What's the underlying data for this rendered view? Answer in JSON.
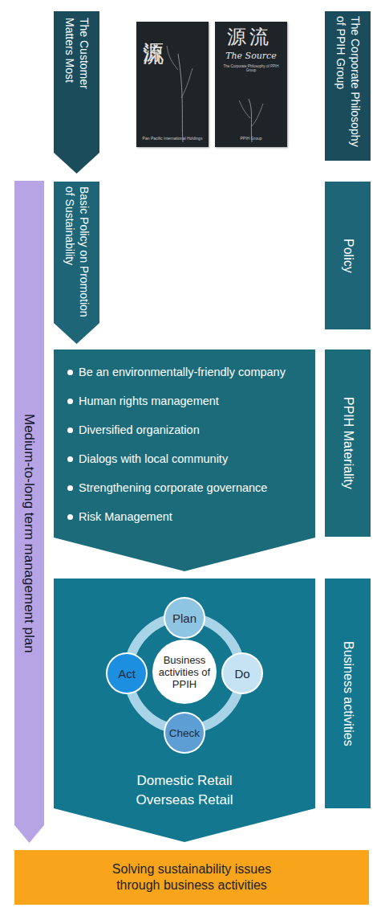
{
  "diagram": {
    "nodes": [
      {
        "text": [
          "The Customer Matters Most"
        ]
      },
      {
        "text": [
          "The Corporate Philosophy of PPIH Group"
        ]
      },
      {
        "text": [
          "Medium-to-long term management plan"
        ]
      },
      {
        "text": [
          "Basic Policy on Promotion of Sustainability"
        ]
      },
      {
        "text": [
          "Policy"
        ]
      },
      {
        "text": [
          "Be an environmentally-friendly company",
          "Human rights management",
          "Diversified organization",
          "Dialogs with local community",
          "Strengthening corporate governance",
          "Risk Management"
        ]
      },
      {
        "text": [
          "PPIH Materiality"
        ]
      },
      {
        "text": [
          "Domestic Retail Overseas Retail"
        ]
      },
      {
        "text": [
          "Business activities of PPIH"
        ],
        "in": 7
      },
      {
        "text": [
          "Plan"
        ],
        "in": 7
      },
      {
        "text": [
          "Do"
        ],
        "in": 7
      },
      {
        "text": [
          "Check"
        ],
        "in": 7
      },
      {
        "text": [
          "Act"
        ],
        "in": 7
      },
      {
        "text": [
          "Business activities"
        ]
      },
      {
        "text": [
          "Solving sustainability issues through business activities"
        ]
      }
    ],
    "labels": [
      "源流",
      "Pan Pacific International Holdings",
      "源流",
      "The Source",
      "The Corporate Philosophy of PPIH Group",
      "PPIH Group"
    ]
  }
}
